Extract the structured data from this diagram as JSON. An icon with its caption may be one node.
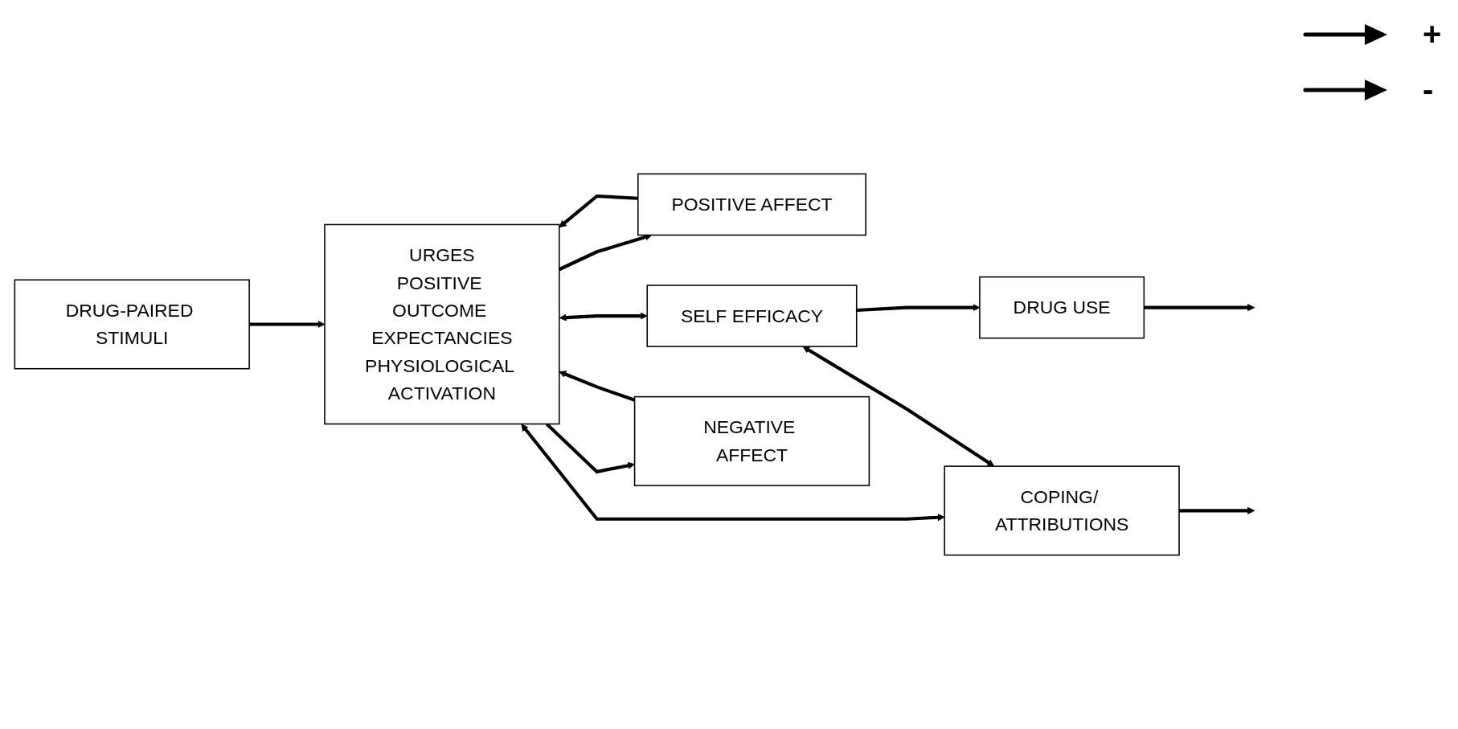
{
  "diagram": {
    "nodes": [
      {
        "text": [
          "DRUG-PAIRED STIMULI"
        ]
      },
      {
        "text": [
          "URGES",
          "POSITIVE OUTCOME EXPECTANCIES",
          "PHYSIOLOGICAL ACTIVATION"
        ]
      },
      {
        "text": [
          "POSITIVE AFFECT"
        ]
      },
      {
        "text": [
          "SELF EFFICACY"
        ]
      },
      {
        "text": [
          "DRUG USE"
        ]
      },
      {
        "text": [
          "NEGATIVE AFFECT"
        ]
      },
      {
        "text": [
          "COPING/ ATTRIBUTIONS"
        ]
      }
    ],
    "edges": [
      {
        "from": 0,
        "to": 1,
        "arrow": "to"
      },
      {
        "from": 2,
        "to": 1,
        "arrow": "to"
      },
      {
        "from": 5,
        "to": 1,
        "arrow": "to"
      },
      {
        "from": 1,
        "to": 3,
        "arrow": "both"
      },
      {
        "from": 3,
        "to": 4,
        "arrow": "to"
      },
      {
        "from": 1,
        "to": 6,
        "arrow": "both"
      },
      {
        "from": 3,
        "to": 6,
        "arrow": "both"
      },
      {
        "from": 1,
        "to": 2,
        "arrow": "to"
      },
      {
        "from": 1,
        "to": 5,
        "arrow": "to"
      },
      {
        "from": 4,
        "to": null,
        "arrow": "to"
      },
      {
        "from": 6,
        "to": null,
        "arrow": "to"
      }
    ],
    "legend": [
      {
        "text": "+"
      },
      {
        "text": "-"
      }
    ]
  }
}
